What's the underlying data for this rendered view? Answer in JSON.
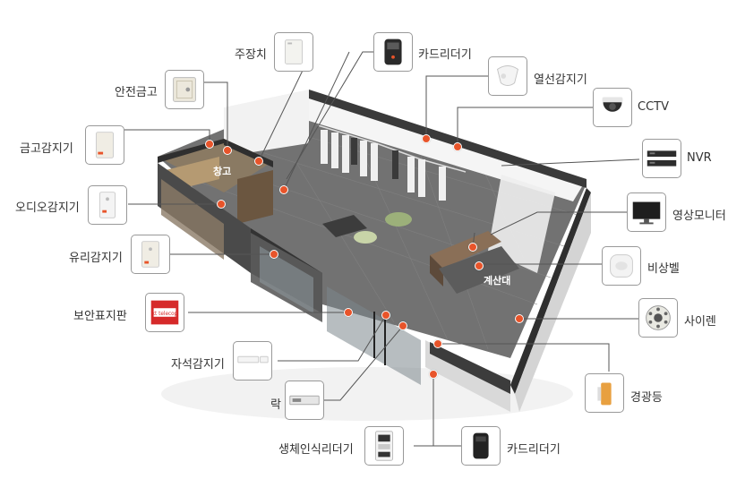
{
  "colors": {
    "accent": "#e8542a",
    "line": "#555555",
    "floor": "#6e6e6e",
    "wall_dark": "#2f2f2f"
  },
  "rooms": {
    "storage": "창고",
    "counter": "계산대"
  },
  "devices": {
    "main_controller": {
      "label": "주장치",
      "icon": "controller-icon"
    },
    "card_reader_top": {
      "label": "카드리더기",
      "icon": "card-reader-icon"
    },
    "safe": {
      "label": "안전금고",
      "icon": "safe-icon"
    },
    "thermal_sensor": {
      "label": "열선감지기",
      "icon": "thermal-sensor-icon"
    },
    "cctv": {
      "label": "CCTV",
      "icon": "dome-camera-icon"
    },
    "safe_sensor": {
      "label": "금고감지기",
      "icon": "vibration-sensor-icon"
    },
    "nvr": {
      "label": "NVR",
      "icon": "recorder-icon"
    },
    "audio_sensor": {
      "label": "오디오감지기",
      "icon": "audio-sensor-icon"
    },
    "video_monitor": {
      "label": "영상모니터",
      "icon": "monitor-icon"
    },
    "glass_sensor": {
      "label": "유리감지기",
      "icon": "glass-sensor-icon"
    },
    "emergency_bell": {
      "label": "비상벨",
      "icon": "emergency-button-icon"
    },
    "security_sign": {
      "label": "보안표지판",
      "icon": "security-sign-icon",
      "sign_text": "kt telecop"
    },
    "siren": {
      "label": "사이렌",
      "icon": "siren-icon"
    },
    "magnetic_sensor": {
      "label": "자석감지기",
      "icon": "magnetic-sensor-icon"
    },
    "warning_light": {
      "label": "경광등",
      "icon": "warning-light-icon"
    },
    "lock": {
      "label": "락",
      "icon": "door-lock-icon"
    },
    "biometric_reader": {
      "label": "생체인식리더기",
      "icon": "biometric-reader-icon"
    },
    "card_reader_bottom": {
      "label": "카드리더기",
      "icon": "card-reader-icon"
    }
  }
}
